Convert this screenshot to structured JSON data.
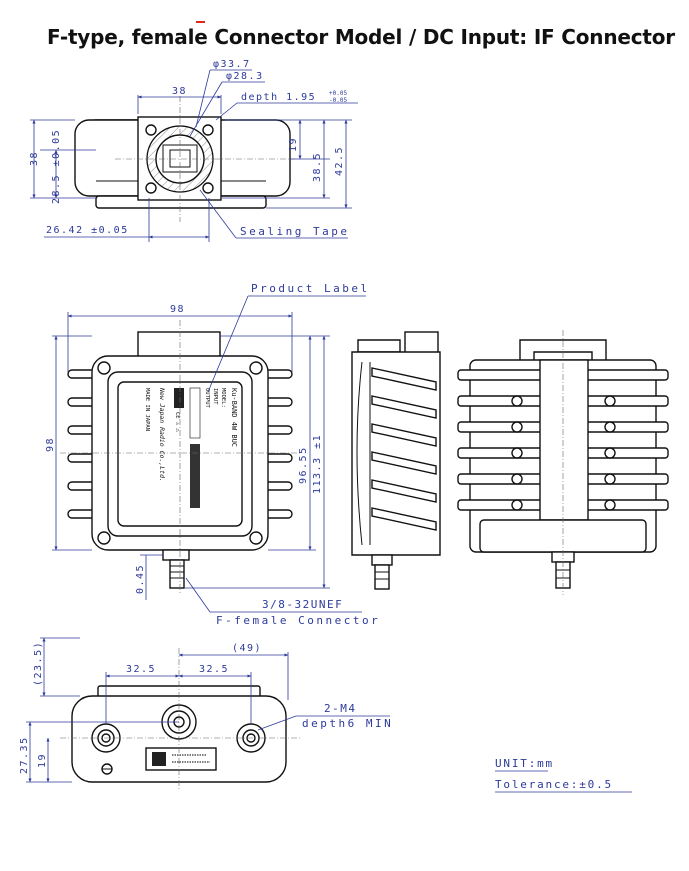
{
  "title": "F-type, female Connector Model / DC Input: IF Connector",
  "accent_color": "#e0261b",
  "dimension_color": "#2d3a9a",
  "top_view": {
    "dims": {
      "d1": "φ33.7",
      "d2": "φ28.3",
      "w38": "38",
      "depth": "depth 1.95",
      "depth_tol_upper": "+0.05",
      "depth_tol_lower": "-0.05",
      "h19": "19",
      "h38_5": "38.5",
      "h42_5": "42.5",
      "v38": "38",
      "v28_5": "28.5 ±0.05",
      "w26_42": "26.42 ±0.05"
    },
    "labels": {
      "sealing_tape": "Sealing Tape"
    }
  },
  "front_view": {
    "dims": {
      "w98": "98",
      "h98": "98",
      "h96_55": "96.55",
      "h113_3": "113.3 ±1",
      "h0_45": "0.45"
    },
    "labels": {
      "product_label": "Product Label",
      "connector_thread": "3/8-32UNEF",
      "connector_type": "F-female Connector"
    },
    "product_label_text": {
      "band": "Ku-BAND 4W BUC",
      "model_prefix": "MODEL:",
      "line3": "INPUT",
      "line4": "OUTPUT",
      "maker": "New Japan Radio Co.,Ltd.",
      "origin": "MADE IN JAPAN"
    }
  },
  "bottom_view": {
    "dims": {
      "w49": "(49)",
      "w32_5_left": "32.5",
      "w32_5_right": "32.5",
      "h23_5": "(23.5)",
      "h27_35": "27.35",
      "h19": "19"
    },
    "labels": {
      "thread": "2-M4",
      "thread_depth": "depth6 MIN"
    }
  },
  "notes": {
    "unit": "UNIT:mm",
    "tolerance": "Tolerance:±0.5"
  }
}
